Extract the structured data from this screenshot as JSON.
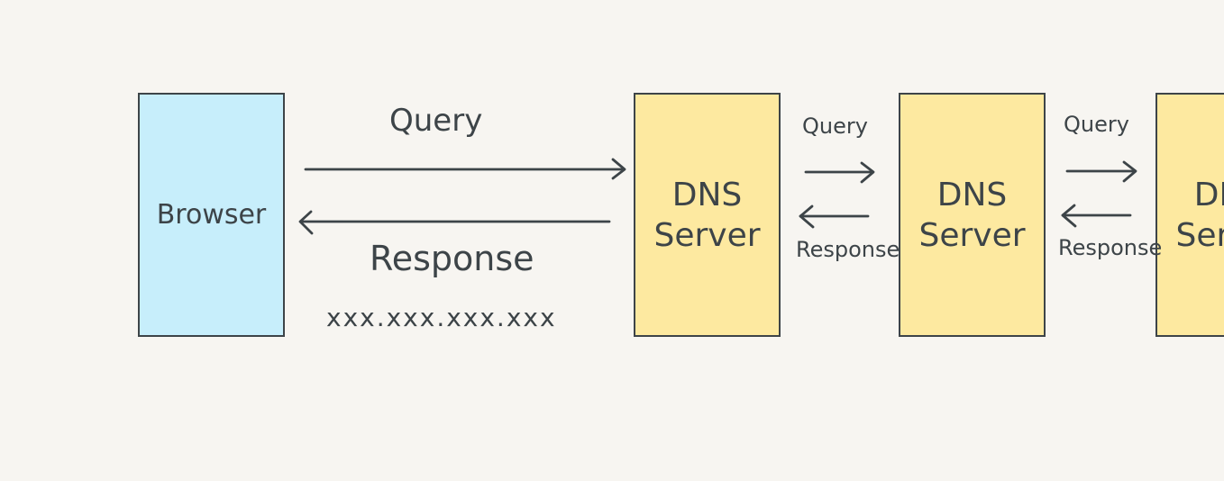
{
  "nodes": {
    "browser": {
      "label": "Browser"
    },
    "dns_servers": [
      {
        "line1": "DNS",
        "line2": "Server"
      },
      {
        "line1": "DNS",
        "line2": "Server"
      },
      {
        "line1": "DNS",
        "line2": "Server"
      }
    ]
  },
  "edges": {
    "browser_to_dns": {
      "query": "Query",
      "response": "Response",
      "response_value": "xxx.xxx.xxx.xxx"
    },
    "dns1_to_dns2": {
      "query": "Query",
      "response": "Response"
    },
    "dns2_to_dns3": {
      "query": "Query",
      "response": "Response"
    }
  },
  "colors": {
    "browser_fill": "#c7eefb",
    "dns_fill": "#fde9a0",
    "stroke": "#3d4448",
    "background": "#f7f5f1"
  }
}
